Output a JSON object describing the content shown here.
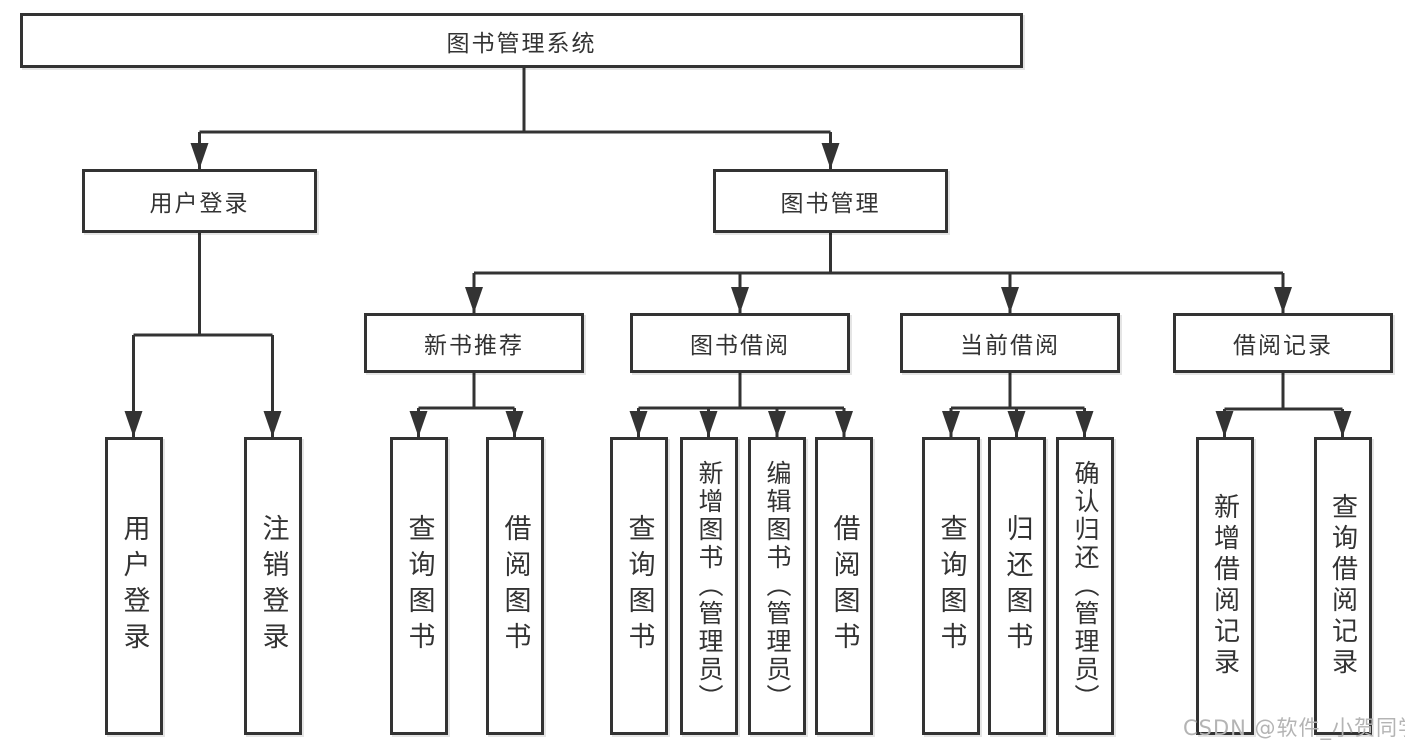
{
  "root_label": "图书管理系统",
  "watermark": "CSDN @软件_小贺同学",
  "user_login": {
    "label": "用户登录",
    "children": {
      "login": "用户登录",
      "logout": "注销登录"
    }
  },
  "book_management": {
    "label": "图书管理",
    "new_book_recommend": {
      "label": "新书推荐",
      "children": {
        "query": "查询图书",
        "borrow": "借阅图书"
      }
    },
    "book_borrow": {
      "label": "图书借阅",
      "children": {
        "query": "查询图书",
        "add": "新增图书（管理员）",
        "edit": "编辑图书（管理员）",
        "borrow": "借阅图书"
      }
    },
    "current_borrow": {
      "label": "当前借阅",
      "children": {
        "query": "查询图书",
        "return": "归还图书",
        "confirm": "确认归还（管理员）"
      }
    },
    "borrow_records": {
      "label": "借阅记录",
      "children": {
        "add": "新增借阅记录",
        "query": "查询借阅记录"
      }
    }
  }
}
